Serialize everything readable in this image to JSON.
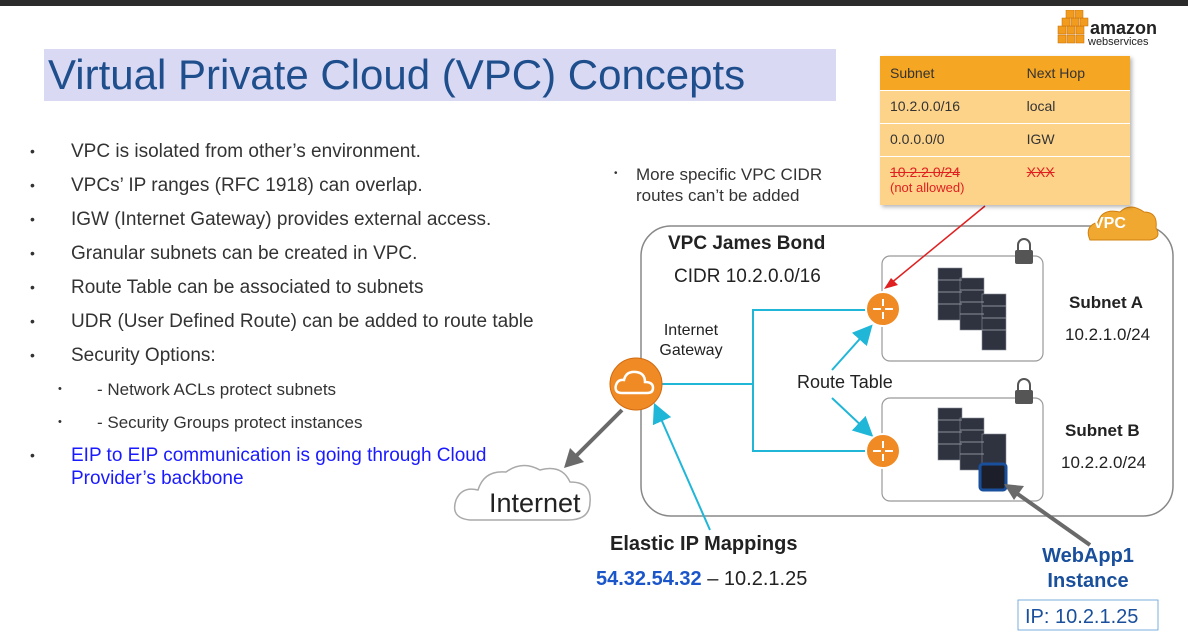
{
  "title": "Virtual Private Cloud (VPC) Concepts",
  "logo": {
    "line1": "amazon",
    "line2": "webservices"
  },
  "bullets": [
    {
      "text": "VPC is isolated from other’s environment."
    },
    {
      "text": "VPCs’ IP ranges (RFC 1918) can overlap."
    },
    {
      "text": "IGW (Internet Gateway) provides external access."
    },
    {
      "text": "Granular subnets can be created in VPC."
    },
    {
      "text": "Route Table can be associated to subnets"
    },
    {
      "text": "UDR (User Defined Route) can be added to route table"
    },
    {
      "text": "Security Options:"
    },
    {
      "text": "- Network ACLs protect subnets"
    },
    {
      "text": "- Security Groups protect instances"
    },
    {
      "text": "EIP to EIP communication is going through Cloud Provider’s backbone"
    }
  ],
  "note": {
    "line1": "More specific VPC CIDR",
    "line2": "routes can’t be added"
  },
  "route_table": {
    "headers": [
      "Subnet",
      "Next Hop"
    ],
    "rows": [
      {
        "subnet": "10.2.0.0/16",
        "next_hop": "local"
      },
      {
        "subnet": "0.0.0.0/0",
        "next_hop": "IGW"
      }
    ],
    "struck_row": {
      "subnet": "10.2.2.0/24",
      "note": "(not allowed)",
      "next_hop": "XXX"
    }
  },
  "vpc": {
    "badge": "VPC",
    "name": "VPC James Bond",
    "cidr": "CIDR 10.2.0.0/16"
  },
  "igw": {
    "line1": "Internet",
    "line2": "Gateway"
  },
  "route_label": "Route Table",
  "subnet_a": {
    "name": "Subnet A",
    "cidr": "10.2.1.0/24"
  },
  "subnet_b": {
    "name": "Subnet B",
    "cidr": "10.2.2.0/24"
  },
  "internet": "Internet",
  "eip": {
    "title": "Elastic IP Mappings",
    "public_ip": "54.32.54.32",
    "separator": " – ",
    "private_ip": "10.2.1.25"
  },
  "instance": {
    "line1": "WebApp1",
    "line2": "Instance",
    "ip": "IP: 10.2.1.25"
  },
  "colors": {
    "title_bg": "#d9d9f3",
    "orange": "#f08a24",
    "link": "#20b6d8",
    "blue_text": "#1a1aff"
  }
}
